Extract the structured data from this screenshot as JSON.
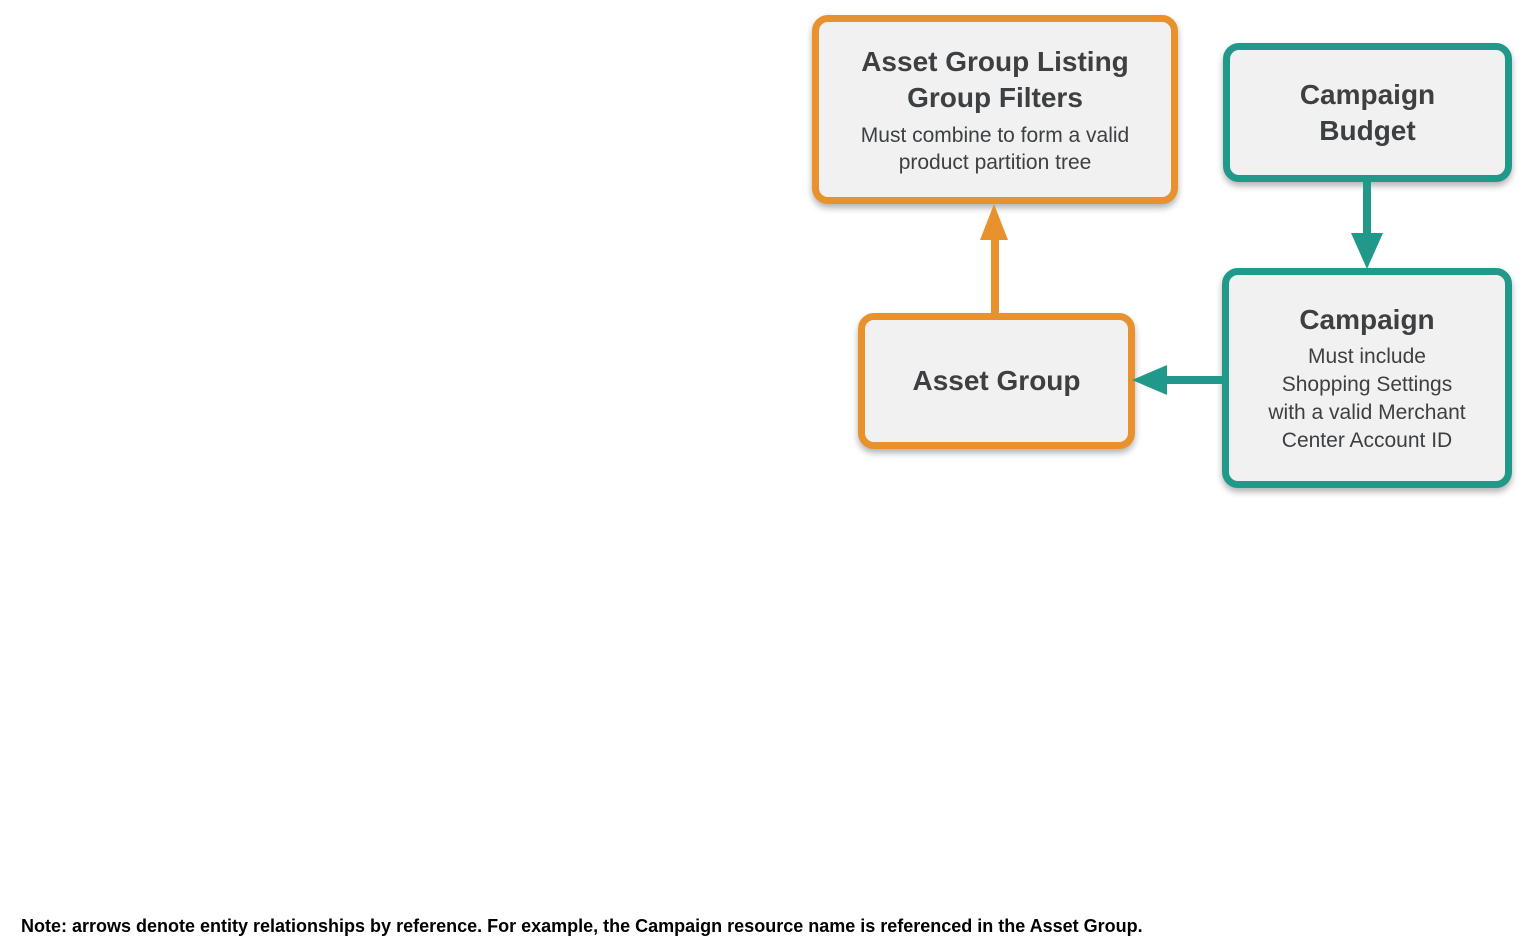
{
  "colors": {
    "background": "#FFFFFF",
    "orange": "#E8922E",
    "teal": "#21998A",
    "box_fill": "#F1F1F2",
    "text": "#3C4043",
    "note": "#000000"
  },
  "nodes": {
    "listing_filters": {
      "title": "Asset Group Listing Group Filters",
      "title_lines": [
        "Asset Group Listing",
        "Group Filters"
      ],
      "subtitle": "Must combine to form a valid product partition tree",
      "subtitle_lines": [
        "Must combine to form a valid",
        "product partition tree"
      ]
    },
    "campaign_budget": {
      "title": "Campaign Budget",
      "title_lines": [
        "Campaign",
        "Budget"
      ]
    },
    "asset_group": {
      "title": "Asset Group"
    },
    "campaign": {
      "title": "Campaign",
      "subtitle": "Must include Shopping Settings with a valid Merchant Center Account ID",
      "subtitle_lines": [
        "Must include",
        "Shopping Settings",
        "with a valid Merchant",
        "Center Account ID"
      ]
    }
  },
  "edges": [
    {
      "from": "Asset Group",
      "to": "Asset Group Listing Group Filters",
      "color": "#E8922E",
      "direction": "up"
    },
    {
      "from": "Campaign Budget",
      "to": "Campaign",
      "color": "#21998A",
      "direction": "down"
    },
    {
      "from": "Campaign",
      "to": "Asset Group",
      "color": "#21998A",
      "direction": "left"
    }
  ],
  "note": "Note: arrows denote entity relationships by reference. For example, the Campaign resource name is referenced in the Asset Group."
}
